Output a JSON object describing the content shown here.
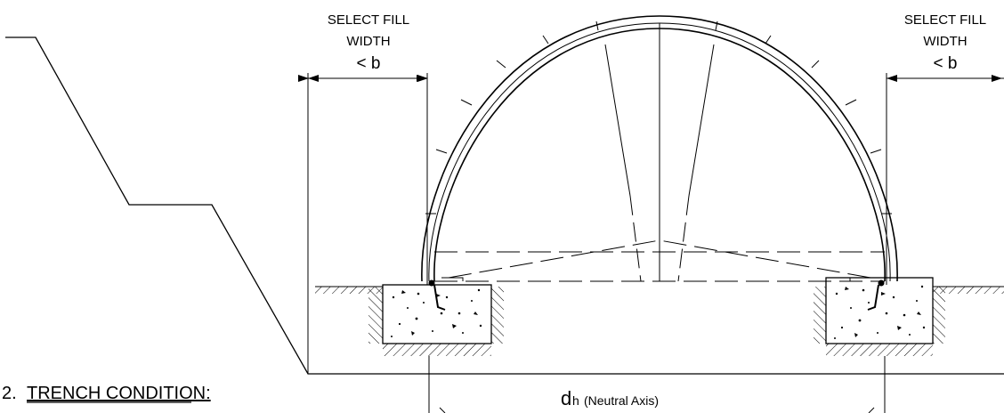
{
  "labels": {
    "select_fill_left_line1": "SELECT FILL",
    "select_fill_left_line2": "WIDTH",
    "select_fill_left_dim": "< b",
    "select_fill_right_line1": "SELECT FILL",
    "select_fill_right_line2": "WIDTH",
    "select_fill_right_dim": "< b",
    "section_number": "2.",
    "section_title": "TRENCH CONDITION:",
    "span_symbol": "d",
    "span_subscript": "h",
    "span_note": "(Neutral Axis)"
  },
  "colors": {
    "line": "#000000",
    "background": "#ffffff"
  }
}
